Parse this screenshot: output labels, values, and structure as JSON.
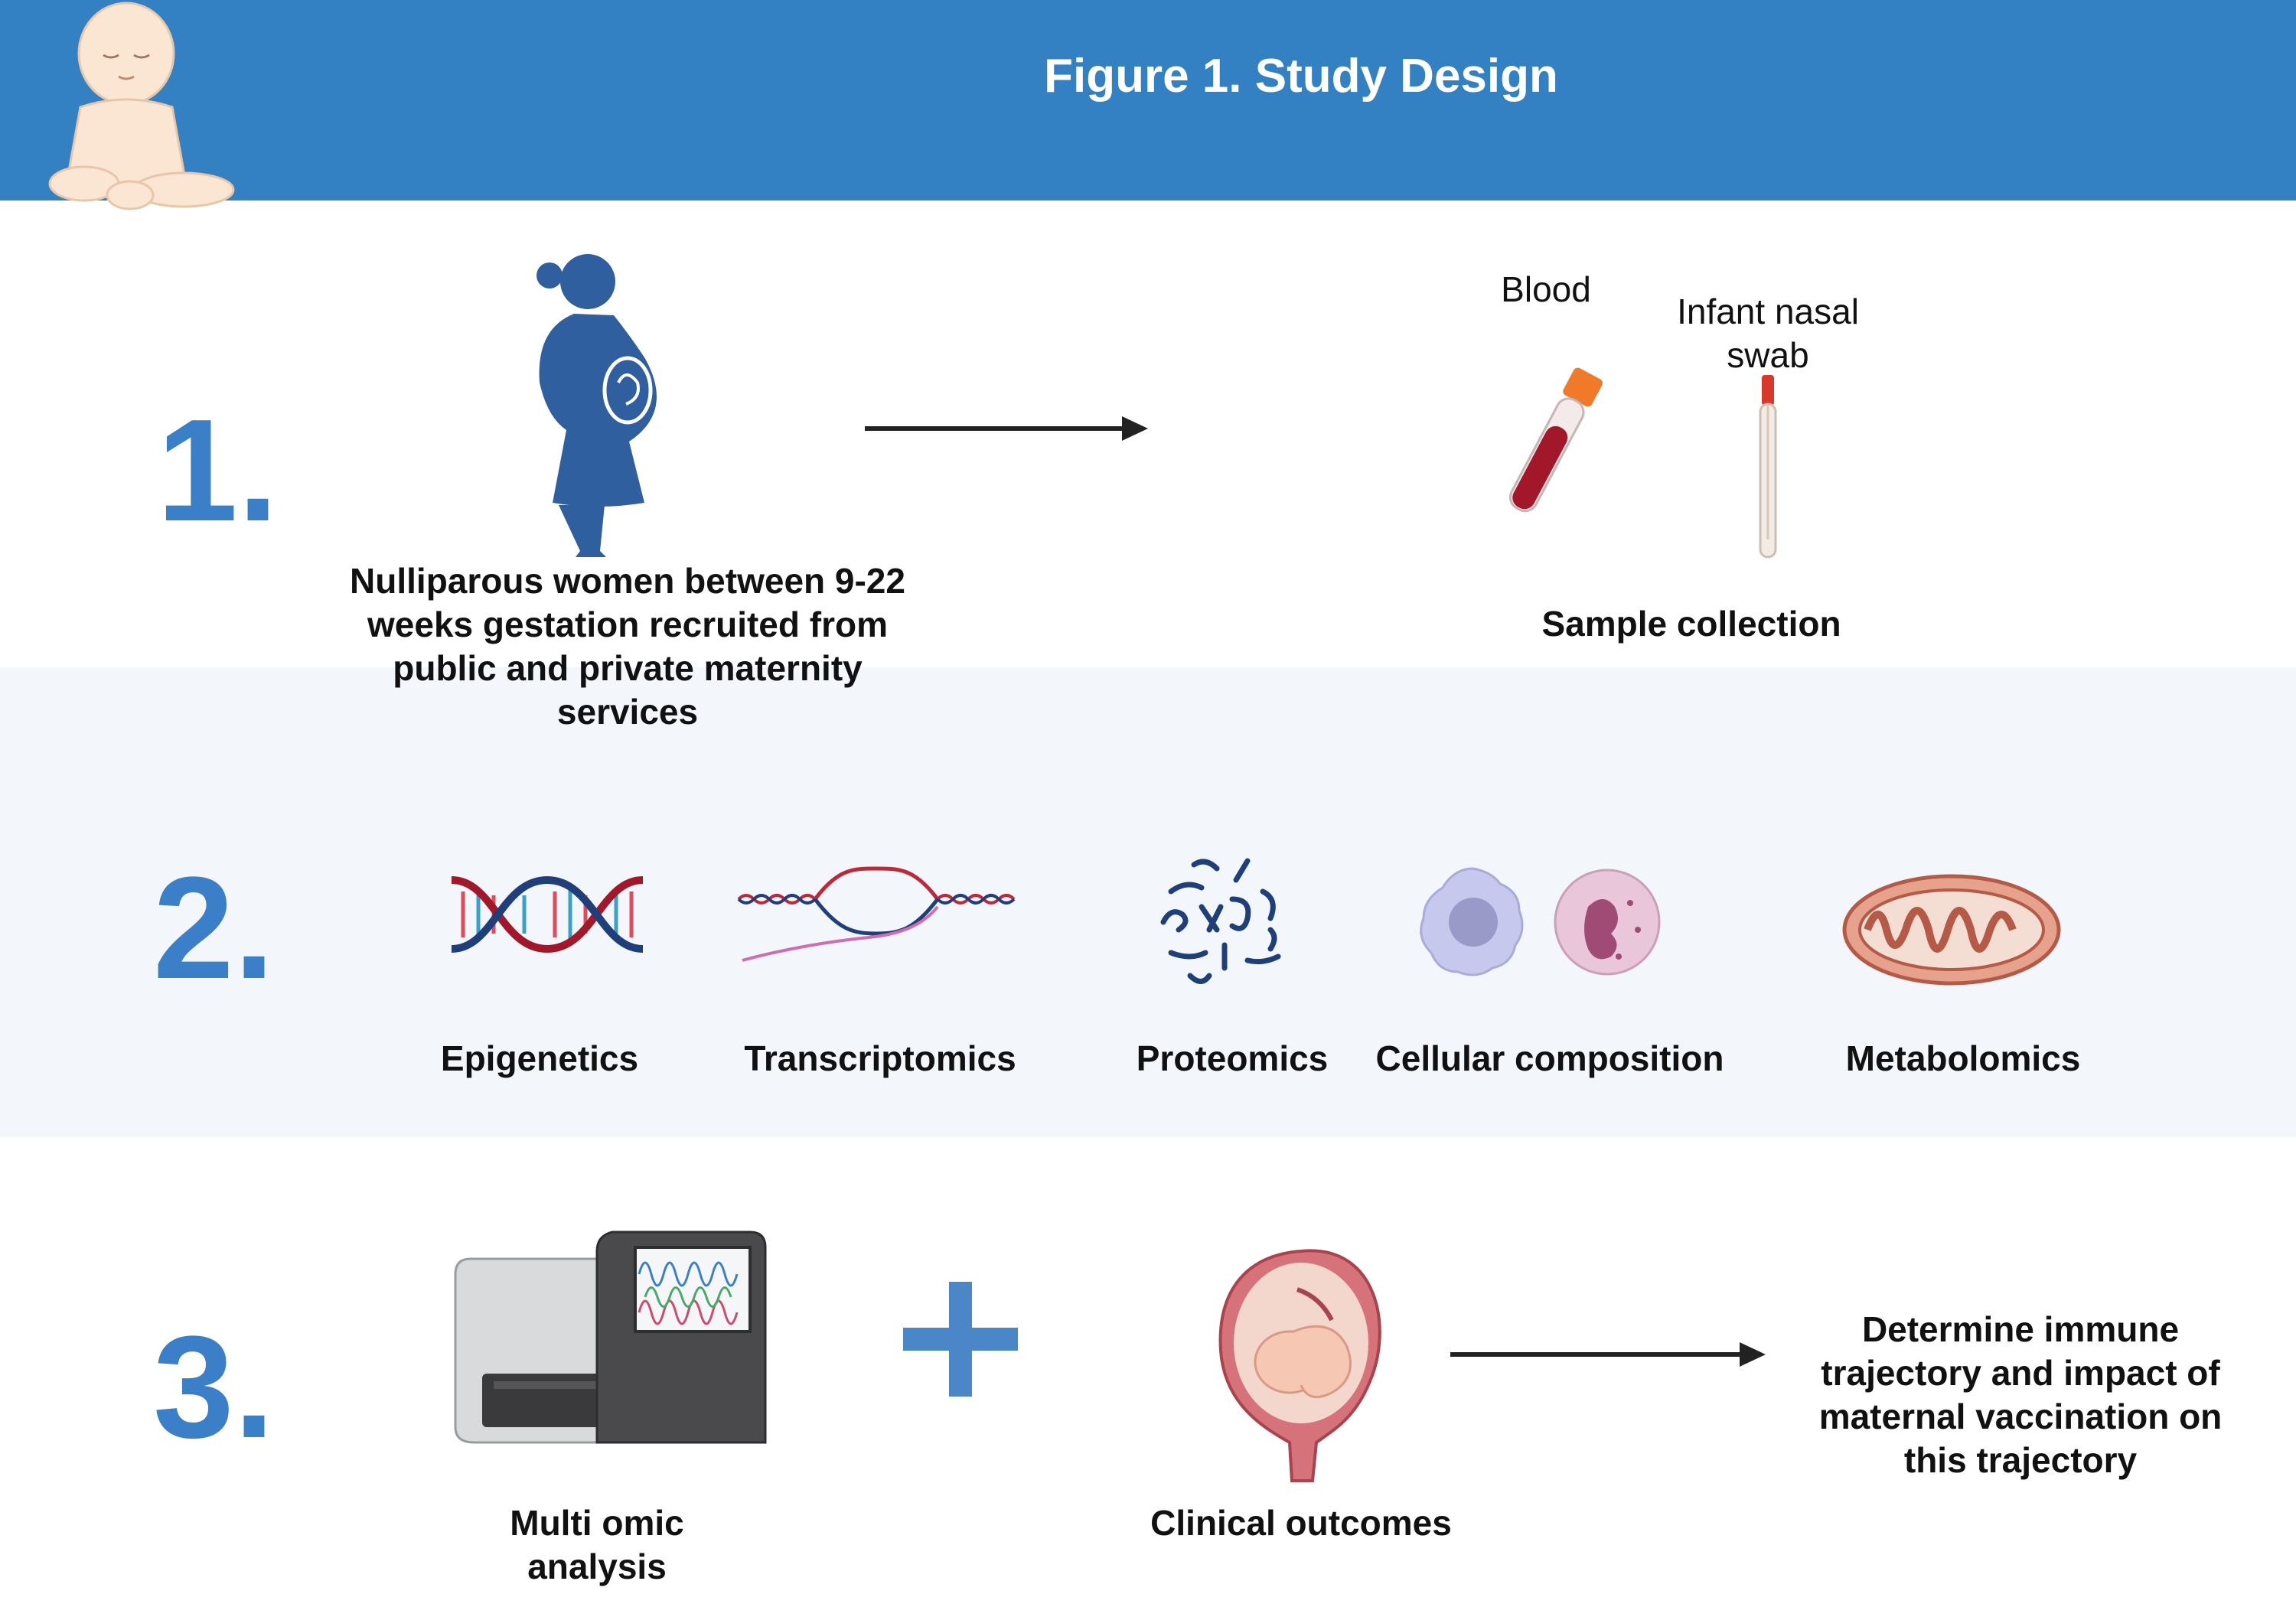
{
  "header": {
    "title": "Figure 1. Study Design"
  },
  "steps": [
    {
      "number": "1.",
      "participants_label": "Nulliparous women between 9-22 weeks gestation recruited from public and private maternity services",
      "blood_label": "Blood",
      "swab_label": "Infant nasal swab",
      "samples_label": "Sample collection"
    },
    {
      "number": "2.",
      "omics": [
        {
          "label": "Epigenetics"
        },
        {
          "label": "Transcriptomics"
        },
        {
          "label": "Proteomics"
        },
        {
          "label": "Cellular composition"
        },
        {
          "label": "Metabolomics"
        }
      ]
    },
    {
      "number": "3.",
      "analysis_label": "Multi omic analysis",
      "outcomes_label": "Clinical outcomes",
      "result_label": "Determine immune trajectory and impact of maternal vaccination on this trajectory"
    }
  ],
  "colors": {
    "header": "#3380c3",
    "numbers": "#3a7fc8",
    "band": "#f3f7fc"
  },
  "icons": [
    "infant-icon",
    "pregnant-woman-icon",
    "blood-tube-icon",
    "nasal-swab-icon",
    "dna-helix-icon",
    "transcription-icon",
    "protein-icon",
    "cell-icon",
    "mitochondrion-icon",
    "sequencer-icon",
    "plus-icon",
    "uterus-fetus-icon"
  ]
}
